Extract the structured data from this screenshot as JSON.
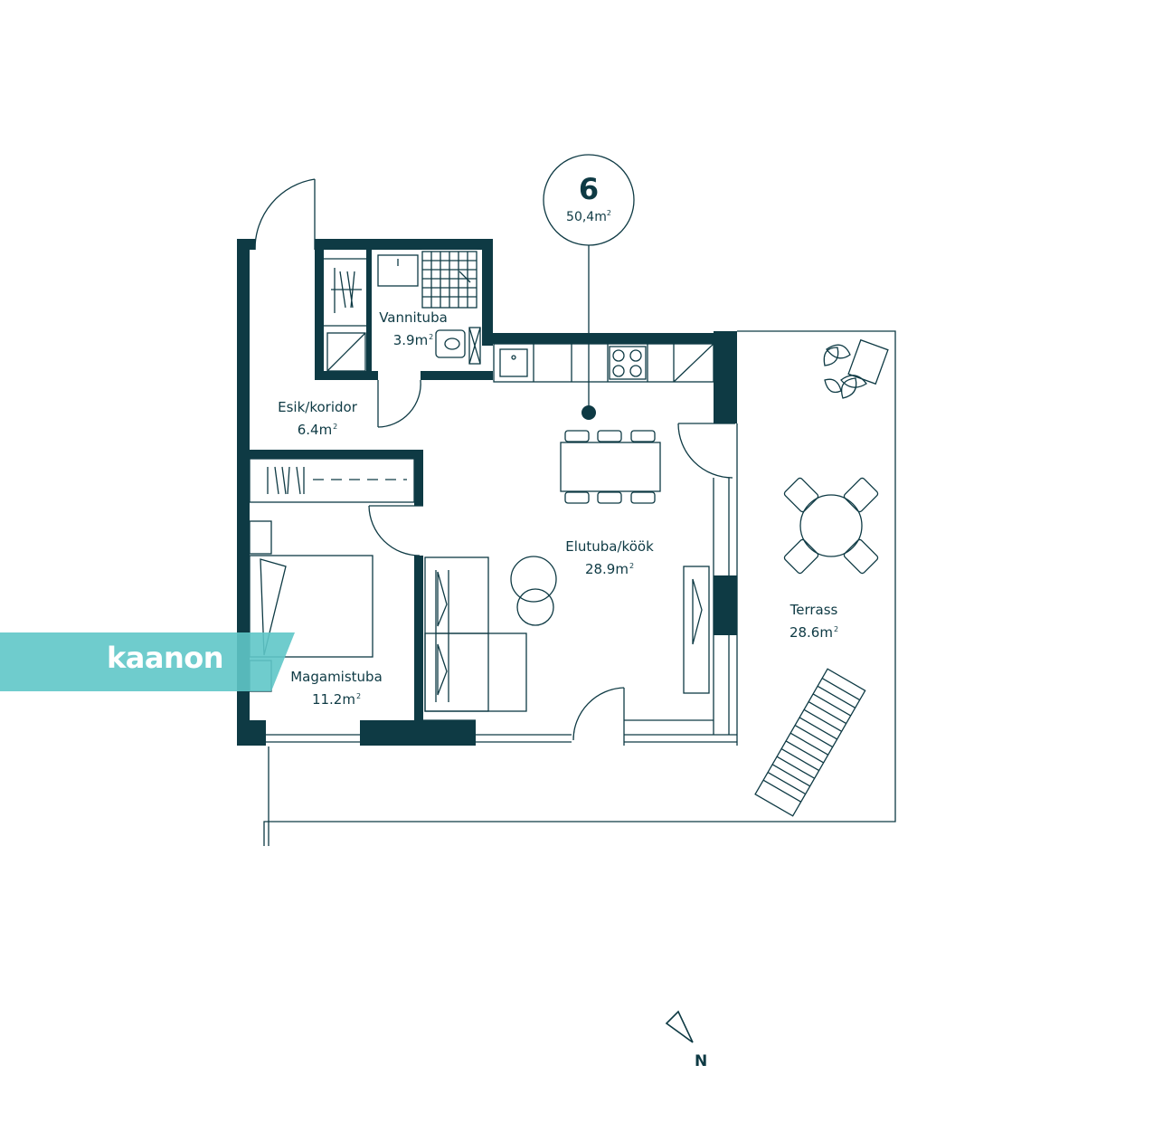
{
  "unit": {
    "number": "6",
    "area": "50,4m",
    "area_sup": "2"
  },
  "rooms": [
    {
      "key": "bath",
      "name": "Vannituba",
      "area": "3.9m",
      "sup": "2"
    },
    {
      "key": "hall",
      "name": "Esik/koridor",
      "area": "6.4m",
      "sup": "2"
    },
    {
      "key": "living",
      "name": "Elutuba/köök",
      "area": "28.9m",
      "sup": "2"
    },
    {
      "key": "terrace",
      "name": "Terrass",
      "area": "28.6m",
      "sup": "2"
    },
    {
      "key": "bedroom",
      "name": "Magamistuba",
      "area": "11.2m",
      "sup": "2"
    }
  ],
  "brand": {
    "name": "kaanon",
    "color": "#5fc6c8"
  },
  "compass": {
    "label": "N"
  },
  "colors": {
    "wall": "#0e3a44",
    "line": "#0e3a44"
  }
}
